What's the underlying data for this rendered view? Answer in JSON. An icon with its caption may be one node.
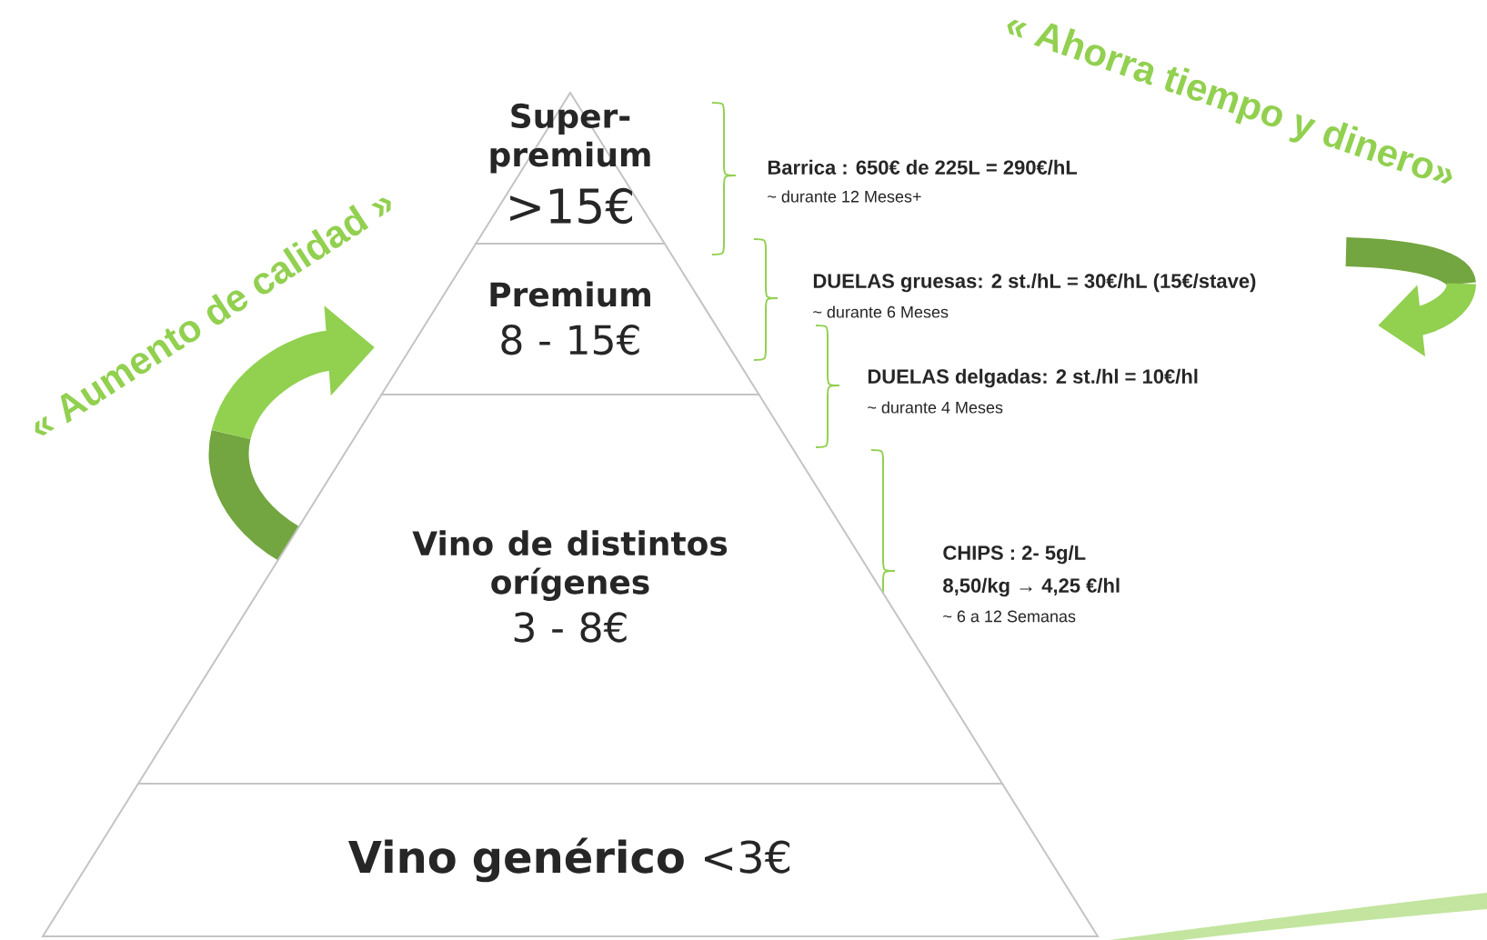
{
  "diagram": {
    "nodes": [
      {
        "text": [
          "Super- premium",
          ">15€"
        ]
      },
      {
        "text": [
          "Premium",
          "8 - 15€"
        ]
      },
      {
        "text": [
          "Vino de distintos orígenes",
          "3 - 8€"
        ]
      },
      {
        "text": [
          "Vino genérico",
          "<3€"
        ]
      }
    ],
    "labels": [
      "« Ahorra tiempo y dinero»",
      "« Aumento de calidad »",
      "Barrica : 650€ de 225L = 290€/hL",
      "~ durante 12 Meses+",
      "DUELAS gruesas: 2 st./hL = 30€/hL (15€/stave)",
      "~ durante 6 Meses",
      "DUELAS delgadas: 2 st./hl = 10€/hl",
      "~ durante 4 Meses",
      "CHIPS : 2- 5g/L",
      "8,50/kg → 4,25 €/hl",
      "~ 6 a 12 Semanas"
    ]
  }
}
